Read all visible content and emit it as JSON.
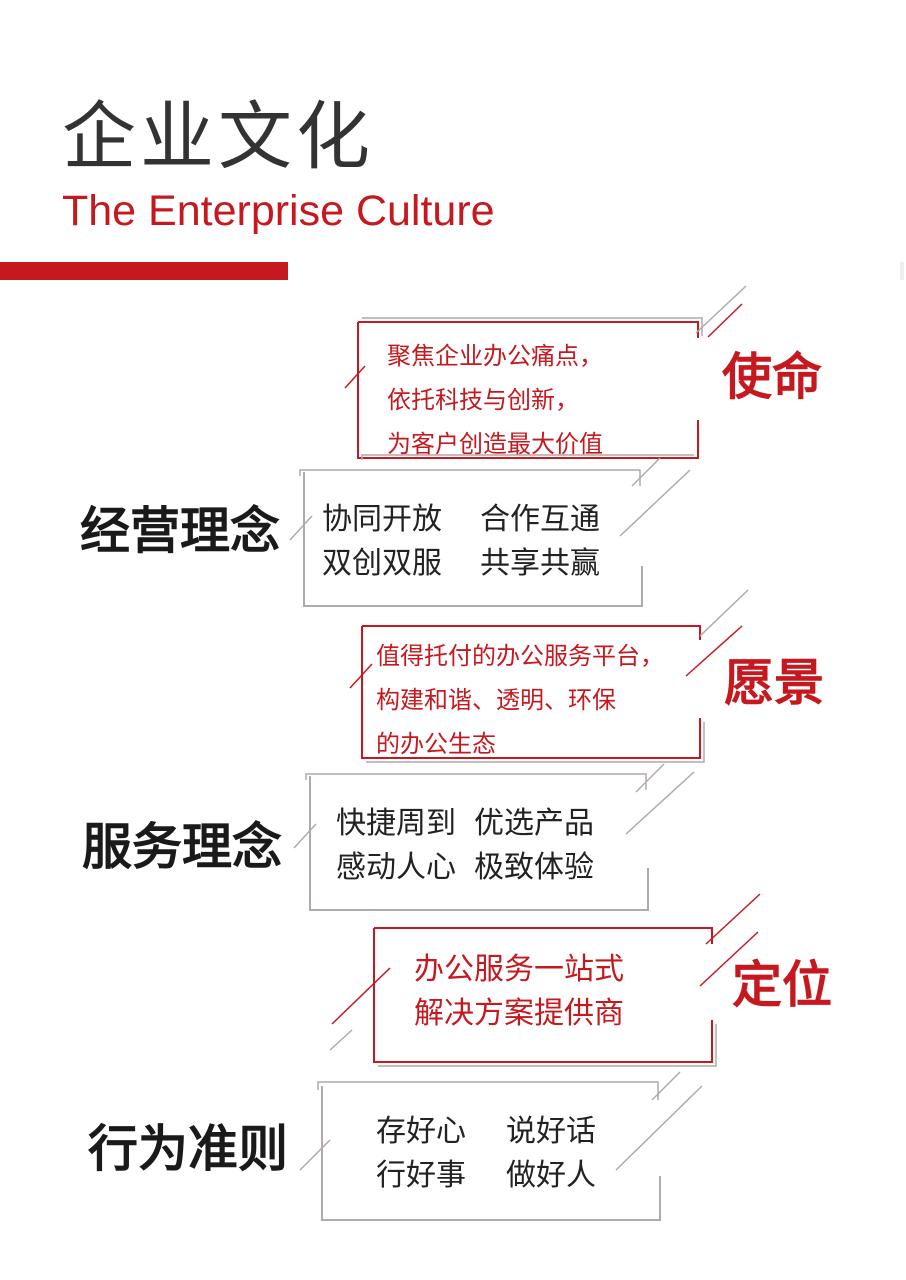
{
  "header": {
    "title_cn": "企业文化",
    "title_en": "The Enterprise Culture"
  },
  "colors": {
    "accent": "#c6191f",
    "frame_gray": "#b0aaa8",
    "text_dark": "#222222"
  },
  "sections": {
    "mission": {
      "label": "使命",
      "lines": [
        "聚焦企业办公痛点，",
        "依托科技与创新，",
        "为客户创造最大价值"
      ]
    },
    "business_philosophy": {
      "label": "经营理念",
      "rows": [
        [
          "协同开放",
          "合作互通"
        ],
        [
          "双创双服",
          "共享共赢"
        ]
      ]
    },
    "vision": {
      "label": "愿景",
      "lines": [
        "值得托付的办公服务平台，",
        "构建和谐、透明、环保",
        "的办公生态"
      ]
    },
    "service_philosophy": {
      "label": "服务理念",
      "rows": [
        [
          "快捷周到",
          "优选产品"
        ],
        [
          "感动人心",
          "极致体验"
        ]
      ]
    },
    "positioning": {
      "label": "定位",
      "lines": [
        "办公服务一站式",
        "解决方案提供商"
      ]
    },
    "code_of_conduct": {
      "label": "行为准则",
      "rows": [
        [
          "存好心",
          "说好话"
        ],
        [
          "行好事",
          "做好人"
        ]
      ]
    }
  }
}
